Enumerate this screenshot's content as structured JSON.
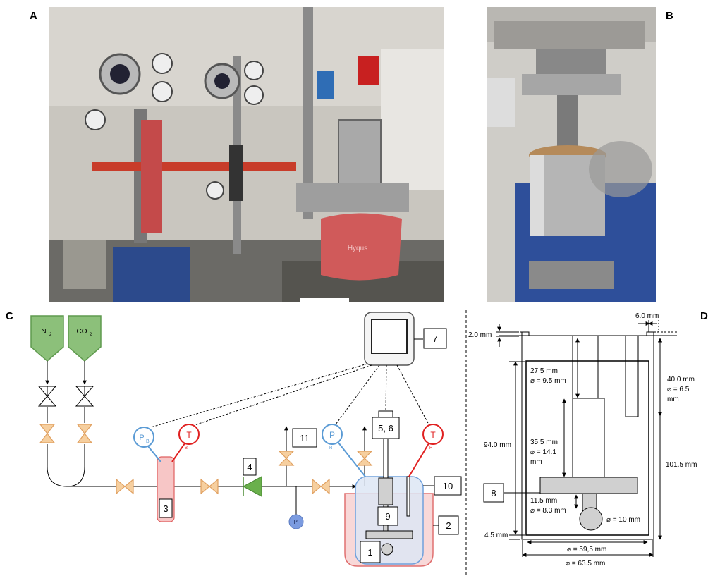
{
  "panels": {
    "a": "A",
    "b": "B",
    "c": "C",
    "d": "D"
  },
  "photos": {
    "a": {
      "tag": "Hyqus"
    }
  },
  "gases": {
    "n2": "N",
    "n2_sub": "2",
    "co2": "CO",
    "co2_sub": "2"
  },
  "sensors": {
    "pb": "P",
    "pb_sub": "B",
    "tb": "T",
    "tb_sub": "B",
    "pr": "P",
    "pr_sub": "R",
    "tr": "T",
    "tr_sub": "R",
    "pi": "Pi"
  },
  "components": {
    "c1": "1",
    "c2": "2",
    "c3": "3",
    "c4": "4",
    "c56": "5, 6",
    "c7": "7",
    "c8": "8",
    "c9": "9",
    "c10": "10",
    "c11": "11"
  },
  "dimensions": {
    "d_2_0": "2.0 mm",
    "d_6_0": "6.0 mm",
    "d_27_5": "27.5 mm",
    "d_27_5_dia": "⌀ = 9.5 mm",
    "d_40_0": "40.0 mm",
    "d_40_0_dia_a": "⌀ = 6.5",
    "d_40_0_dia_b": "mm",
    "d_94_0": "94.0 mm",
    "d_35_5": "35.5 mm",
    "d_35_5_dia_a": "⌀ = 14.1",
    "d_35_5_dia_b": "mm",
    "d_101_5": "101.5 mm",
    "d_11_5": "11.5 mm",
    "d_11_5_dia": "⌀ = 8.3 mm",
    "d_10": "⌀ = 10 mm",
    "d_4_5": "4.5 mm",
    "d_59_5": "⌀ = 59,5 mm",
    "d_63_5": "⌀ = 63.5 mm"
  },
  "colors": {
    "gas_fill": "#8cc07a",
    "gas_stroke": "#5f9a4e",
    "valve_fill": "#f6cf9f",
    "valve_stroke": "#e0a060",
    "check_valve": "#6ab04c",
    "pressure": "#5b9bd5",
    "temperature": "#e02020",
    "heater_fill": "#f7c6c6",
    "heater_stroke": "#e06060",
    "vessel_fill": "#dde6f5",
    "vessel_stroke": "#6fa0dc",
    "jacket_fill": "#f8d8d8",
    "jacket_stroke": "#e07070",
    "part_fill": "#d0d0d0",
    "pi_fill": "#7b9be0"
  }
}
